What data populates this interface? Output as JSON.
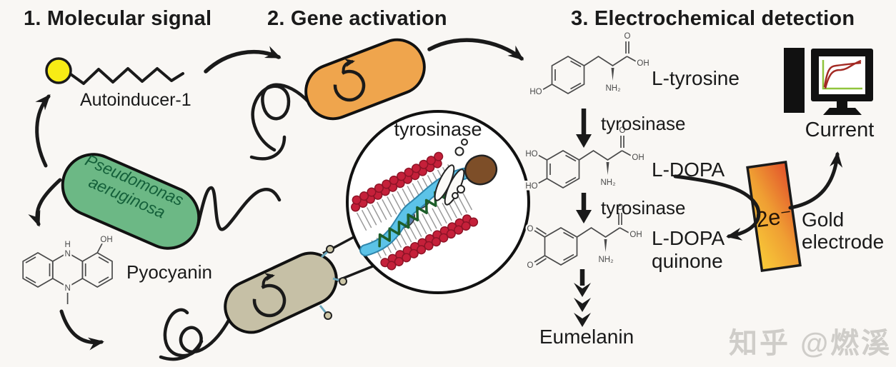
{
  "titles": {
    "step1": "1. Molecular signal",
    "step2": "2. Gene activation",
    "step3": "3. Electrochemical detection"
  },
  "signal": {
    "autoinducer_label": "Autoinducer-1",
    "organism_line1": "Pseudomonas",
    "organism_line2": "aeruginosa",
    "pyocyanin_label": "Pyocyanin"
  },
  "activation": {
    "inset_label": "tyrosinase"
  },
  "detection": {
    "l_tyrosine": "L-tyrosine",
    "step1_enzyme": "tyrosinase",
    "l_dopa": "L-DOPA",
    "step2_enzyme": "tyrosinase",
    "quinone_line1": "L-DOPA",
    "quinone_line2": "quinone",
    "eumelanin": "Eumelanin",
    "current": "Current",
    "electrons": "2e⁻",
    "electrode_line1": "Gold",
    "electrode_line2": "electrode"
  },
  "atoms": {
    "ho": "HO",
    "oh": "OH",
    "o": "O",
    "nh2": "NH₂",
    "n": "N",
    "h": "H"
  },
  "watermark": "知乎 @燃溪",
  "colors": {
    "background": "#f9f7f4",
    "ink": "#1a1a1a",
    "signal_yellow": "#f8ec15",
    "pseudomonas_green": "#6cb885",
    "organism_text_green": "#14603a",
    "active_orange": "#efa54d",
    "biosensor_tan": "#c6c0a6",
    "membrane_red": "#c5203a",
    "membrane_red_dark": "#8e1427",
    "channel_blue": "#5cc3e8",
    "channel_blue_dark": "#2f86ac",
    "helix_green": "#1d5e2a",
    "enzyme_brown": "#7d4e28",
    "electrode_top": "#e2512b",
    "electrode_mid": "#ef9e33",
    "electrode_bottom": "#f8cc38",
    "plot_green": "#90c43c",
    "plot_red": "#a32a24",
    "watermark_gray": "#cfcdc9"
  }
}
